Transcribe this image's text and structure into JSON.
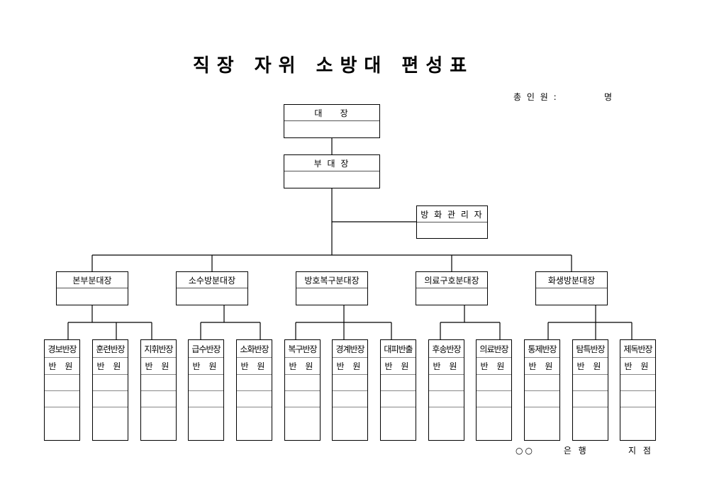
{
  "title": "직장 자위 소방대 편성표",
  "total": {
    "label": "총 인 원 :",
    "unit": "명"
  },
  "leader": "대    장",
  "vice_leader": "부 대 장",
  "fire_manager": "방 화 관 리 자",
  "divisions": [
    {
      "name": "본부분대장",
      "squads": [
        "경보반장",
        "훈련반장",
        "지휘반장"
      ]
    },
    {
      "name": "소수방분대장",
      "squads": [
        "급수반장",
        "소화반장"
      ]
    },
    {
      "name": "방호복구분대장",
      "squads": [
        "복구반장",
        "경계반장",
        "대피반출"
      ]
    },
    {
      "name": "의료구호분대장",
      "squads": [
        "후송반장",
        "의료반장"
      ]
    },
    {
      "name": "화생방분대장",
      "squads": [
        "통제반장",
        "탐특반장",
        "제독반장"
      ]
    }
  ],
  "member_label": "반 원",
  "footer": {
    "bank": "○○      은 행",
    "branch": "지 점"
  }
}
